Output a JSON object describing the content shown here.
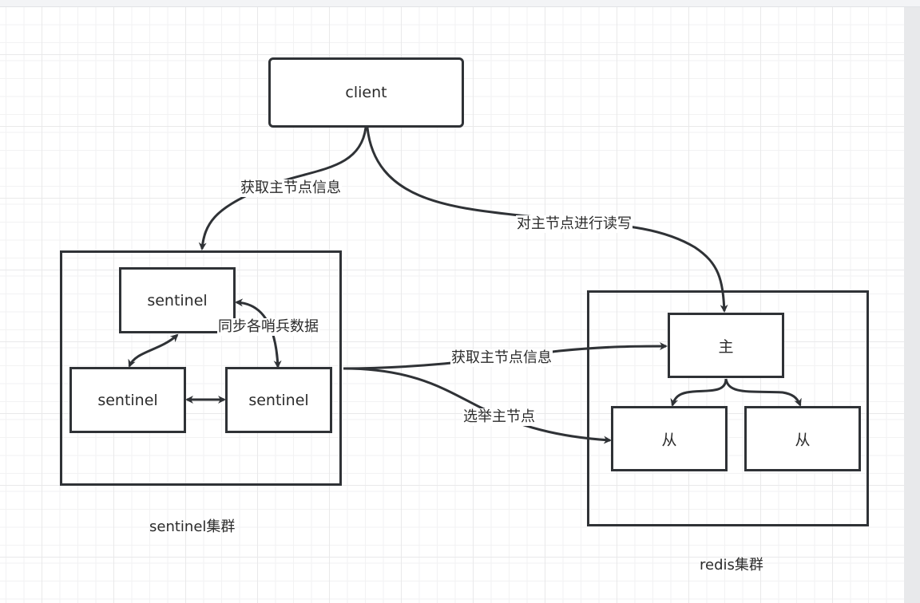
{
  "diagram": {
    "nodes": {
      "client": "client",
      "sentinel_top": "sentinel",
      "sentinel_left": "sentinel",
      "sentinel_right": "sentinel",
      "master": "主",
      "slave_left": "从",
      "slave_right": "从"
    },
    "groups": {
      "sentinel_cluster": "sentinel集群",
      "redis_cluster": "redis集群"
    },
    "edges": {
      "client_to_sentinel": "获取主节点信息",
      "client_to_master": "对主节点进行读写",
      "sentinel_sync": "同步各哨兵数据",
      "sentinel_to_master": "获取主节点信息",
      "sentinel_elect": "选举主节点"
    },
    "colors": {
      "stroke": "#2f3236",
      "text": "#2b2b2b",
      "grid": "#e9e9ea"
    }
  }
}
